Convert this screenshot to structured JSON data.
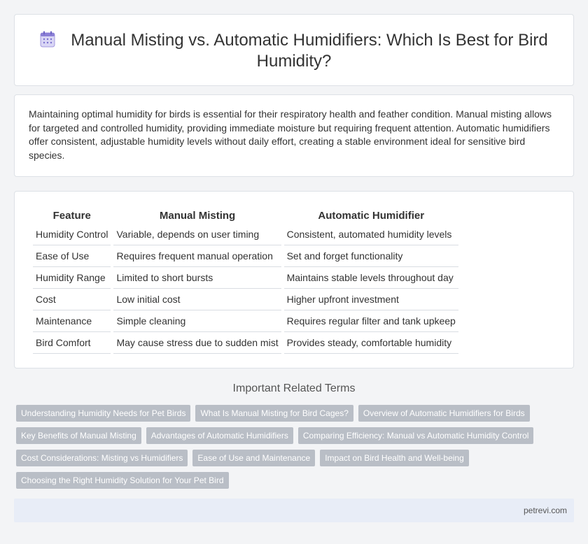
{
  "header": {
    "title": "Manual Misting vs. Automatic Humidifiers: Which Is Best for Bird Humidity?",
    "icon": "calendar-icon"
  },
  "intro": {
    "text": "Maintaining optimal humidity for birds is essential for their respiratory health and feather condition. Manual misting allows for targeted and controlled humidity, providing immediate moisture but requiring frequent attention. Automatic humidifiers offer consistent, adjustable humidity levels without daily effort, creating a stable environment ideal for sensitive bird species."
  },
  "table": {
    "headers": [
      "Feature",
      "Manual Misting",
      "Automatic Humidifier"
    ],
    "rows": [
      [
        "Humidity Control",
        "Variable, depends on user timing",
        "Consistent, automated humidity levels"
      ],
      [
        "Ease of Use",
        "Requires frequent manual operation",
        "Set and forget functionality"
      ],
      [
        "Humidity Range",
        "Limited to short bursts",
        "Maintains stable levels throughout day"
      ],
      [
        "Cost",
        "Low initial cost",
        "Higher upfront investment"
      ],
      [
        "Maintenance",
        "Simple cleaning",
        "Requires regular filter and tank upkeep"
      ],
      [
        "Bird Comfort",
        "May cause stress due to sudden mist",
        "Provides steady, comfortable humidity"
      ]
    ]
  },
  "related": {
    "title": "Important Related Terms",
    "tags": [
      "Understanding Humidity Needs for Pet Birds",
      "What Is Manual Misting for Bird Cages?",
      "Overview of Automatic Humidifiers for Birds",
      "Key Benefits of Manual Misting",
      "Advantages of Automatic Humidifiers",
      "Comparing Efficiency: Manual vs Automatic Humidity Control",
      "Cost Considerations: Misting vs Humidifiers",
      "Ease of Use and Maintenance",
      "Impact on Bird Health and Well-being",
      "Choosing the Right Humidity Solution for Your Pet Bird"
    ]
  },
  "footer": {
    "site": "petrevi.com"
  },
  "colors": {
    "tag_bg": "#b9bec6",
    "footer_bg": "#e8edf7",
    "icon_accent": "#8b7fd6"
  }
}
